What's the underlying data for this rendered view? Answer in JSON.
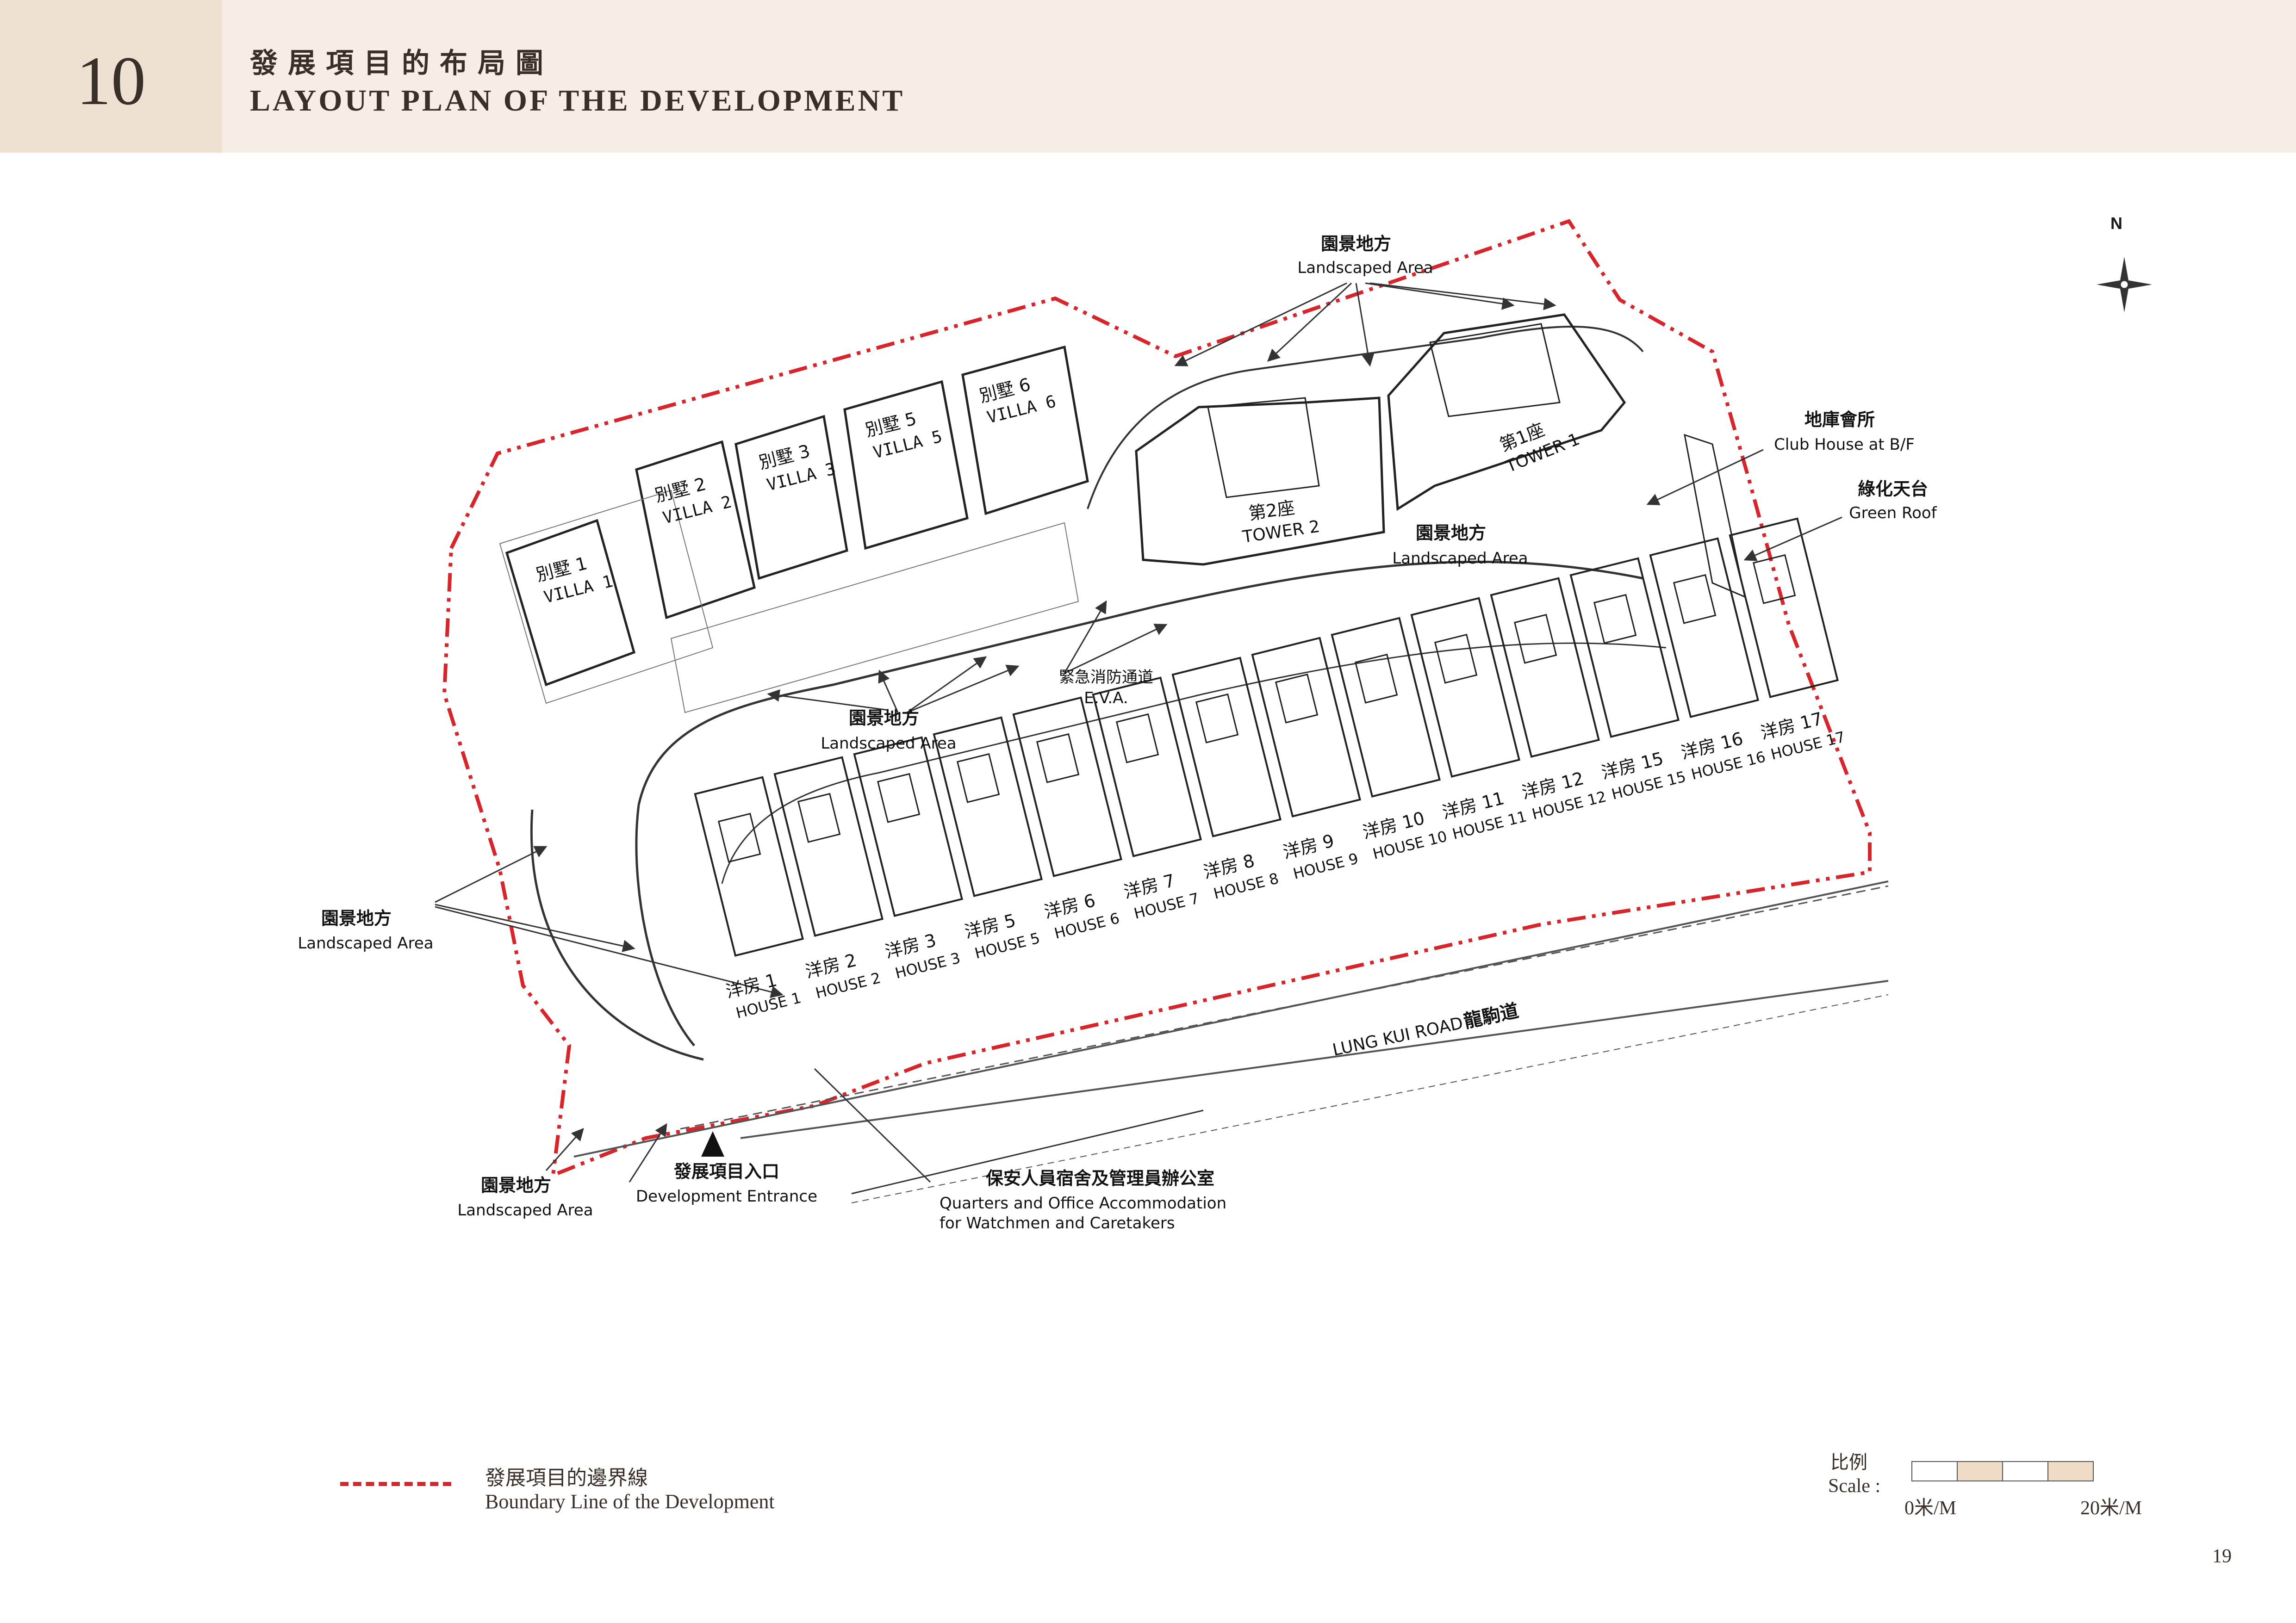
{
  "header": {
    "section_number": "10",
    "title_zh": "發展項目的布局圖",
    "title_en": "LAYOUT PLAN OF THE DEVELOPMENT"
  },
  "compass": {
    "north_label": "N"
  },
  "labels": {
    "landscaped_top": {
      "zh": "園景地方",
      "en": "Landscaped Area"
    },
    "club_house": {
      "zh": "地庫會所",
      "en": "Club House at B/F"
    },
    "green_roof": {
      "zh": "綠化天台",
      "en": "Green Roof"
    },
    "landscaped_towers": {
      "zh": "園景地方",
      "en": "Landscaped Area"
    },
    "eva": {
      "zh": "緊急消防通道",
      "en": "E.V.A."
    },
    "landscaped_mid": {
      "zh": "園景地方",
      "en": "Landscaped Area"
    },
    "landscaped_left": {
      "zh": "園景地方",
      "en": "Landscaped Area"
    },
    "landscaped_bottom": {
      "zh": "園景地方",
      "en": "Landscaped Area"
    },
    "entrance": {
      "zh": "發展項目入口",
      "en": "Development Entrance"
    },
    "quarters": {
      "zh": "保安人員宿舍及管理員辦公室",
      "en1": "Quarters and Office Accommodation",
      "en2": "for Watchmen and Caretakers"
    },
    "road": {
      "en": "LUNG KUI ROAD",
      "zh": "龍駒道"
    }
  },
  "villas": [
    {
      "zh": "別墅 1",
      "en": "VILLA 1"
    },
    {
      "zh": "別墅 2",
      "en": "VILLA 2"
    },
    {
      "zh": "別墅 3",
      "en": "VILLA 3"
    },
    {
      "zh": "別墅 5",
      "en": "VILLA 5"
    },
    {
      "zh": "別墅 6",
      "en": "VILLA 6"
    }
  ],
  "towers": [
    {
      "zh": "第2座",
      "en": "TOWER 2"
    },
    {
      "zh": "第1座",
      "en": "TOWER 1"
    }
  ],
  "houses": [
    {
      "zh": "洋房 1",
      "en": "HOUSE 1"
    },
    {
      "zh": "洋房 2",
      "en": "HOUSE 2"
    },
    {
      "zh": "洋房 3",
      "en": "HOUSE 3"
    },
    {
      "zh": "洋房 5",
      "en": "HOUSE 5"
    },
    {
      "zh": "洋房 6",
      "en": "HOUSE 6"
    },
    {
      "zh": "洋房 7",
      "en": "HOUSE 7"
    },
    {
      "zh": "洋房 8",
      "en": "HOUSE 8"
    },
    {
      "zh": "洋房 9",
      "en": "HOUSE 9"
    },
    {
      "zh": "洋房 10",
      "en": "HOUSE 10"
    },
    {
      "zh": "洋房 11",
      "en": "HOUSE 11"
    },
    {
      "zh": "洋房 12",
      "en": "HOUSE 12"
    },
    {
      "zh": "洋房 15",
      "en": "HOUSE 15"
    },
    {
      "zh": "洋房 16",
      "en": "HOUSE 16"
    },
    {
      "zh": "洋房 17",
      "en": "HOUSE 17"
    }
  ],
  "legend": {
    "zh": "發展項目的邊界線",
    "en": "Boundary Line of the Development",
    "line_color": "#d7262b"
  },
  "scale": {
    "label_zh": "比例",
    "label_en": "Scale :",
    "start": "0米/M",
    "end": "20米/M",
    "fill_color": "#f0dcc6"
  },
  "page_number": "19"
}
